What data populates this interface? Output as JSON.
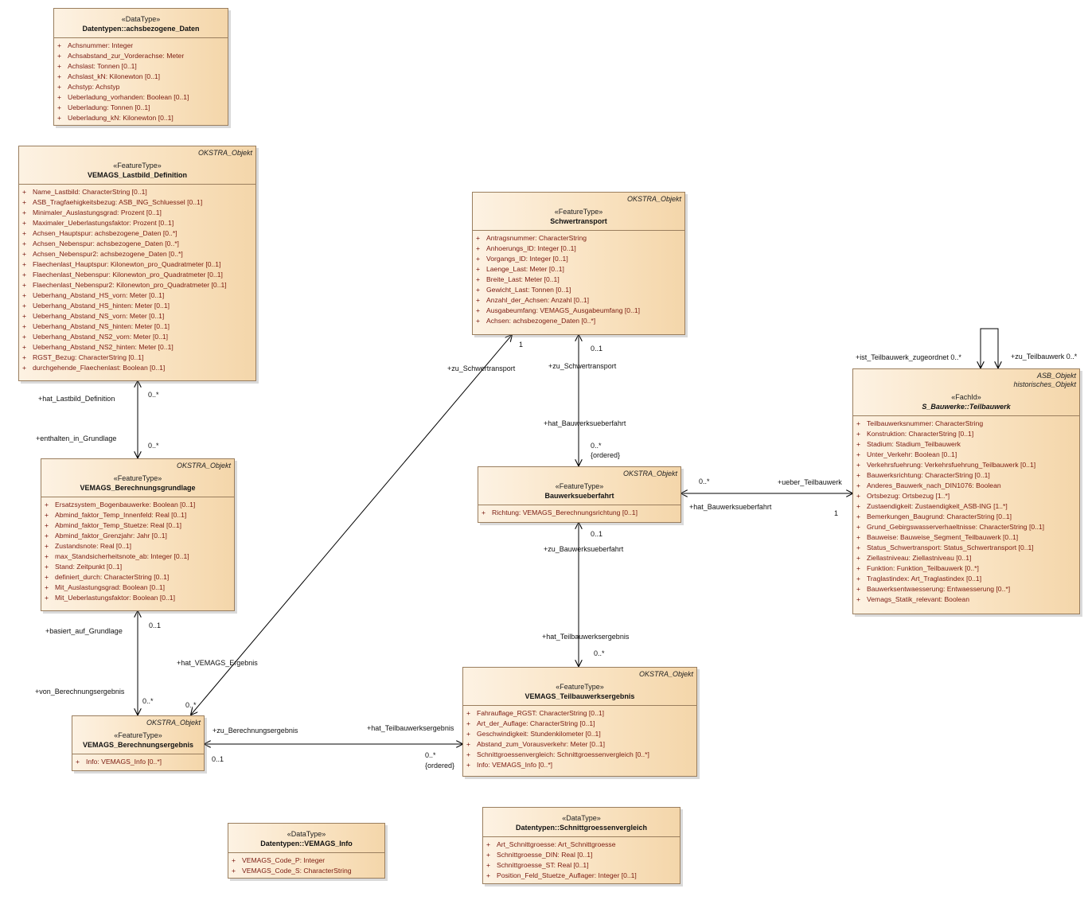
{
  "classes": {
    "achs": {
      "base": "",
      "stereotype": "«DataType»",
      "name": "Datentypen::achsbezogene_Daten",
      "attrs": [
        "Achsnummer: Integer",
        "Achsabstand_zur_Vorderachse: Meter",
        "Achslast: Tonnen [0..1]",
        "Achslast_kN: Kilonewton [0..1]",
        "Achstyp: Achstyp",
        "Ueberladung_vorhanden: Boolean [0..1]",
        "Ueberladung: Tonnen [0..1]",
        "Ueberladung_kN: Kilonewton [0..1]"
      ]
    },
    "lastbild": {
      "base": "OKSTRA_Objekt",
      "stereotype": "«FeatureType»",
      "name": "VEMAGS_Lastbild_Definition",
      "attrs": [
        "Name_Lastbild: CharacterString [0..1]",
        "ASB_Tragfaehigkeitsbezug: ASB_ING_Schluessel [0..1]",
        "Minimaler_Auslastungsgrad: Prozent [0..1]",
        "Maximaler_Ueberlastungsfaktor: Prozent [0..1]",
        "Achsen_Hauptspur: achsbezogene_Daten [0..*]",
        "Achsen_Nebenspur: achsbezogene_Daten [0..*]",
        "Achsen_Nebenspur2: achsbezogene_Daten [0..*]",
        "Flaechenlast_Hauptspur: Kilonewton_pro_Quadratmeter [0..1]",
        "Flaechenlast_Nebenspur: Kilonewton_pro_Quadratmeter [0..1]",
        "Flaechenlast_Nebenspur2: Kilonewton_pro_Quadratmeter [0..1]",
        "Ueberhang_Abstand_HS_vorn: Meter [0..1]",
        "Ueberhang_Abstand_HS_hinten: Meter [0..1]",
        "Ueberhang_Abstand_NS_vorn: Meter [0..1]",
        "Ueberhang_Abstand_NS_hinten: Meter [0..1]",
        "Ueberhang_Abstand_NS2_vorn: Meter [0..1]",
        "Ueberhang_Abstand_NS2_hinten: Meter [0..1]",
        "RGST_Bezug: CharacterString [0..1]",
        "durchgehende_Flaechenlast: Boolean [0..1]"
      ]
    },
    "grundlage": {
      "base": "OKSTRA_Objekt",
      "stereotype": "«FeatureType»",
      "name": "VEMAGS_Berechnungsgrundlage",
      "attrs": [
        "Ersatzsystem_Bogenbauwerke: Boolean [0..1]",
        "Abmind_faktor_Temp_Innenfeld: Real [0..1]",
        "Abmind_faktor_Temp_Stuetze: Real [0..1]",
        "Abmind_faktor_Grenzjahr: Jahr [0..1]",
        "Zustandsnote: Real [0..1]",
        "max_Standsicherheitsnote_ab: Integer [0..1]",
        "Stand: Zeitpunkt [0..1]",
        "definiert_durch: CharacterString [0..1]",
        "Mit_Auslastungsgrad: Boolean [0..1]",
        "Mit_Ueberlastungsfaktor: Boolean [0..1]"
      ]
    },
    "ergebnis": {
      "base": "OKSTRA_Objekt",
      "stereotype": "«FeatureType»",
      "name": "VEMAGS_Berechnungsergebnis",
      "attrs": [
        "Info: VEMAGS_Info [0..*]"
      ]
    },
    "info": {
      "base": "",
      "stereotype": "«DataType»",
      "name": "Datentypen::VEMAGS_Info",
      "attrs": [
        "VEMAGS_Code_P: Integer",
        "VEMAGS_Code_S: CharacterString"
      ]
    },
    "schwer": {
      "base": "OKSTRA_Objekt",
      "stereotype": "«FeatureType»",
      "name": "Schwertransport",
      "attrs": [
        "Antragsnummer: CharacterString",
        "Anhoerungs_ID: Integer [0..1]",
        "Vorgangs_ID: Integer [0..1]",
        "Laenge_Last: Meter [0..1]",
        "Breite_Last: Meter [0..1]",
        "Gewicht_Last: Tonnen [0..1]",
        "Anzahl_der_Achsen: Anzahl [0..1]",
        "Ausgabeumfang: VEMAGS_Ausgabeumfang [0..1]",
        "Achsen: achsbezogene_Daten [0..*]"
      ]
    },
    "ueberfahrt": {
      "base": "OKSTRA_Objekt",
      "stereotype": "«FeatureType»",
      "name": "Bauwerksueberfahrt",
      "attrs": [
        "Richtung: VEMAGS_Berechnungsrichtung [0..1]"
      ]
    },
    "teilerg": {
      "base": "OKSTRA_Objekt",
      "stereotype": "«FeatureType»",
      "name": "VEMAGS_Teilbauwerksergebnis",
      "attrs": [
        "Fahrauflage_RGST: CharacterString [0..1]",
        "Art_der_Auflage: CharacterString [0..1]",
        "Geschwindigkeit: Stundenkilometer [0..1]",
        "Abstand_zum_Vorausverkehr: Meter [0..1]",
        "Schnittgroessenvergleich: Schnittgroessenvergleich [0..*]",
        "Info: VEMAGS_Info [0..*]"
      ]
    },
    "schnitt": {
      "base": "",
      "stereotype": "«DataType»",
      "name": "Datentypen::Schnittgroessenvergleich",
      "attrs": [
        "Art_Schnittgroesse: Art_Schnittgroesse",
        "Schnittgroesse_DIN: Real [0..1]",
        "Schnittgroesse_ST: Real [0..1]",
        "Position_Feld_Stuetze_Auflager: Integer [0..1]"
      ]
    },
    "teilbw": {
      "base": "ASB_Objekt",
      "base2": "historisches_Objekt",
      "stereotype": "«FachId»",
      "name": "S_Bauwerke::Teilbauwerk",
      "attrs": [
        "Teilbauwerksnummer: CharacterString",
        "Konstruktion: CharacterString [0..1]",
        "Stadium: Stadium_Teilbauwerk",
        "Unter_Verkehr: Boolean [0..1]",
        "Verkehrsfuehrung: Verkehrsfuehrung_Teilbauwerk [0..1]",
        "Bauwerksrichtung: CharacterString [0..1]",
        "Anderes_Bauwerk_nach_DIN1076: Boolean",
        "Ortsbezug: Ortsbezug [1..*]",
        "Zustaendigkeit: Zustaendigkeit_ASB-ING [1..*]",
        "Bemerkungen_Baugrund: CharacterString [0..1]",
        "Grund_Gebirgswasserverhaeltnisse: CharacterString [0..1]",
        "Bauweise: Bauweise_Segment_Teilbauwerk [0..1]",
        "Status_Schwertransport: Status_Schwertransport [0..1]",
        "Ziellastniveau: Ziellastniveau [0..1]",
        "Funktion: Funktion_Teilbauwerk [0..*]",
        "Traglastindex: Art_Traglastindex [0..1]",
        "Bauwerksentwaesserung: Entwaesserung [0..*]",
        "Vemags_Statik_relevant: Boolean"
      ]
    }
  },
  "visibility": "+",
  "labels": {
    "hat_lastbild": "+hat_Lastbild_Definition",
    "lastbild_mult": "0..*",
    "enthalten": "+enthalten_in_Grundlage",
    "enthalten_mult": "0..*",
    "basiert": "+basiert_auf_Grundlage",
    "basiert_mult": "0..1",
    "von_ber": "+von_Berechnungsergebnis",
    "von_ber_mult": "0..*",
    "hat_vemags_erg": "+hat_VEMAGS_Ergebnis",
    "hat_vemags_mult": "0..*",
    "zu_schwer_1": "+zu_Schwertransport",
    "zu_schwer_1_mult": "1",
    "zu_schwer_2": "+zu_Schwertransport",
    "zu_schwer_2_mult": "0..1",
    "hat_bwue": "+hat_Bauwerksueberfahrt",
    "hat_bwue_mult": "0..*",
    "ordered_1": "{ordered}",
    "zu_bwue": "+zu_Bauwerksueberfahrt",
    "zu_bwue_mult": "0..1",
    "hat_teil": "+hat_Teilbauwerksergebnis",
    "hat_teil_mult": "0..*",
    "zu_ber": "+zu_Berechnungsergebnis",
    "zu_ber_mult": "0..1",
    "hat_teil2": "+hat_Teilbauwerksergebnis",
    "hat_teil2_mult": "0..*",
    "ordered_2": "{ordered}",
    "ueber_tb": "+ueber_Teilbauwerk",
    "ueber_tb_mult": "1",
    "hat_bwue2": "+hat_Bauwerksueberfahrt",
    "hat_bwue2_mult": "0..*",
    "ist_tb": "+ist_Teilbauwerk_zugeordnet 0..*",
    "zu_tb": "+zu_Teilbauwerk 0..*"
  }
}
